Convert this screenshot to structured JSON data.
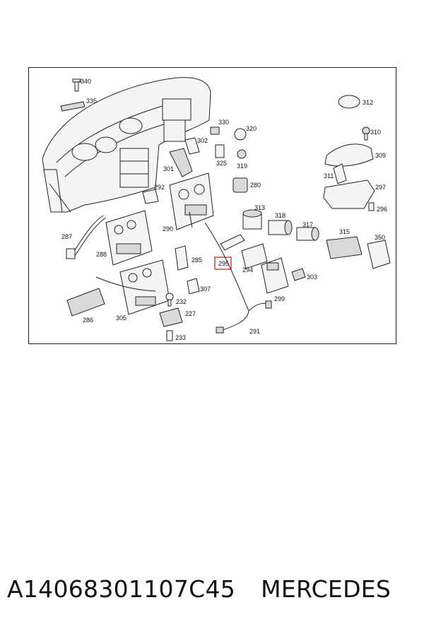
{
  "highlight_color": "#e03030",
  "labels": [
    "340",
    "335",
    "312",
    "330",
    "320",
    "310",
    "302",
    "325",
    "319",
    "309",
    "301",
    "311",
    "297",
    "292",
    "280",
    "296",
    "313",
    "318",
    "317",
    "315",
    "350",
    "290",
    "287",
    "288",
    "285",
    "295",
    "294",
    "303",
    "307",
    "299",
    "232",
    "286",
    "305",
    "227",
    "291",
    "233"
  ],
  "highlighted": "295",
  "caption": {
    "part_number": "A14068301107C45",
    "brand": "MERCEDES"
  }
}
